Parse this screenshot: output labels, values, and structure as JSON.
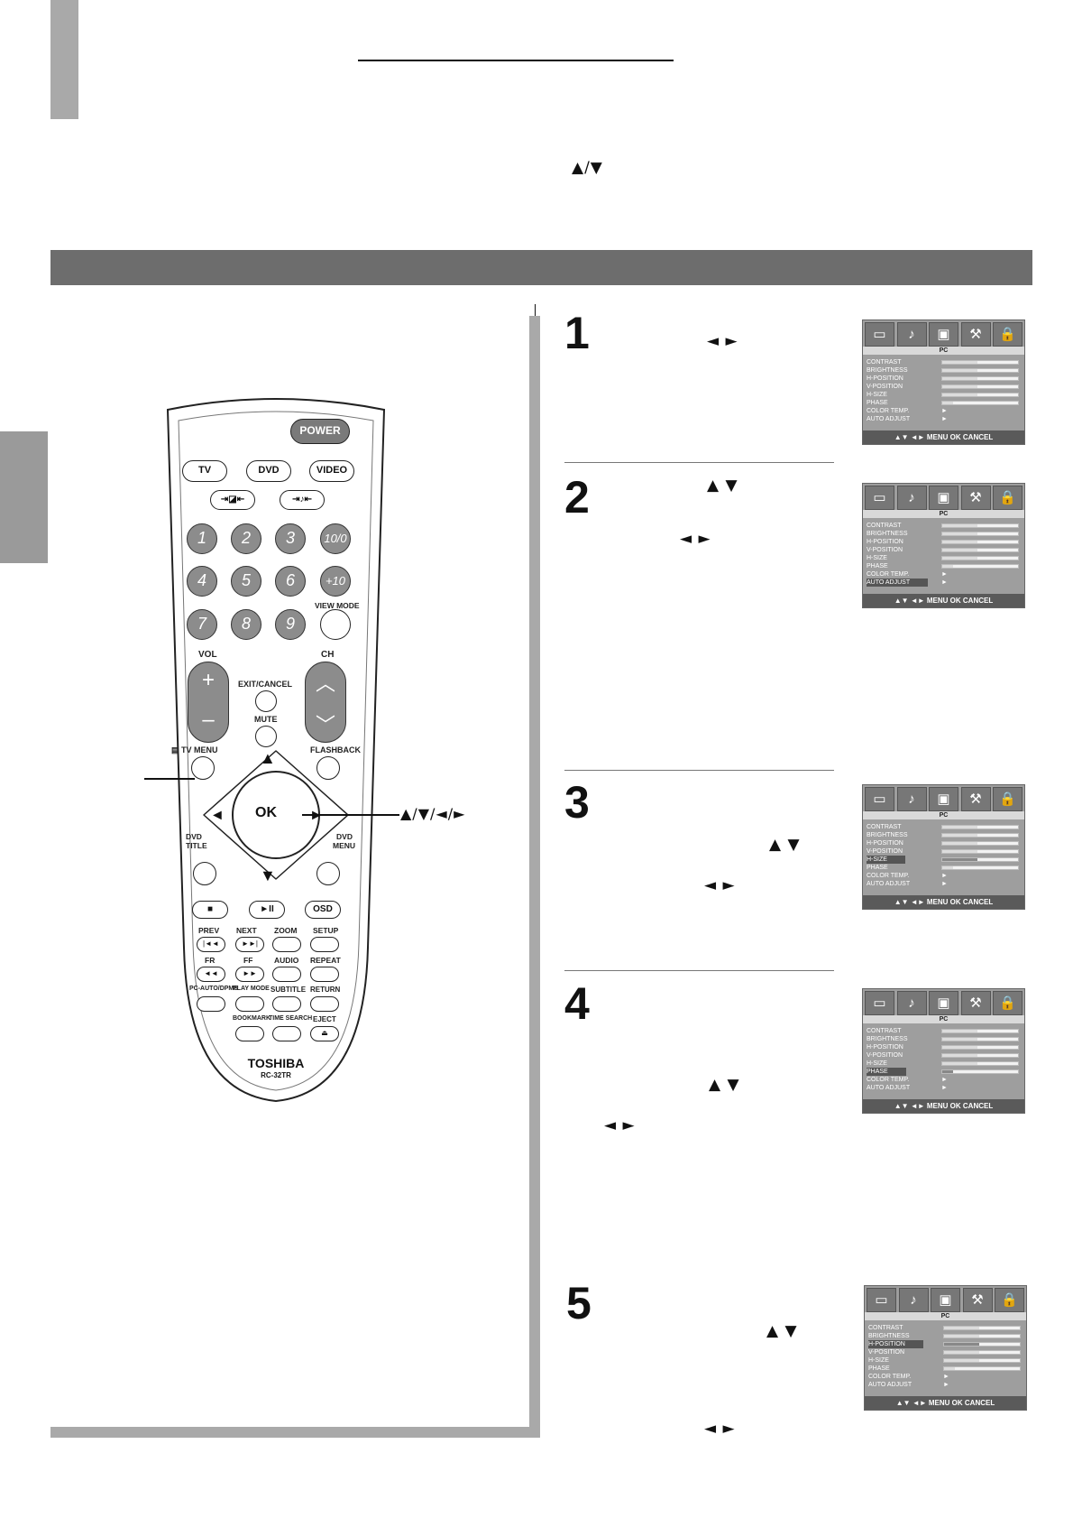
{
  "header": {
    "title_text": "",
    "intro_arrows": "▲/▼"
  },
  "banner": {
    "title": ""
  },
  "remote": {
    "power": "POWER",
    "sources": [
      "TV",
      "DVD",
      "VIDEO"
    ],
    "mode_buttons": [
      "⇥◪⇤",
      "⇥♪⇤"
    ],
    "digits": [
      "1",
      "2",
      "3",
      "10/0",
      "4",
      "5",
      "6",
      "+10",
      "7",
      "8",
      "9"
    ],
    "view_mode": "VIEW MODE",
    "vol": "VOL",
    "ch": "CH",
    "exit_cancel": "EXIT/CANCEL",
    "mute": "MUTE",
    "tv_menu": "TV MENU",
    "flashback": "FLASHBACK",
    "ok": "OK",
    "dvd_title": "DVD TITLE",
    "dvd_menu": "DVD MENU",
    "stop": "■",
    "play_pause": "►II",
    "osd": "OSD",
    "row1_labels": [
      "PREV",
      "NEXT",
      "ZOOM",
      "SETUP"
    ],
    "row2_labels": [
      "FR",
      "FF",
      "AUDIO",
      "REPEAT"
    ],
    "row3_labels": [
      "PC-AUTO/DPMS",
      "PLAY MODE",
      "SUBTITLE",
      "RETURN"
    ],
    "row4_labels": [
      "BOOKMARK",
      "TIME SEARCH",
      "EJECT"
    ],
    "brand": "TOSHIBA",
    "model": "RC-32TR",
    "callout_arrows": "▲/▼/◄/►"
  },
  "steps": [
    {
      "num": "1",
      "arrows": [
        "◄ ►"
      ]
    },
    {
      "num": "2",
      "arrows": [
        "▲ ▼",
        "◄ ►"
      ]
    },
    {
      "num": "3",
      "arrows": [
        "▲ ▼",
        "◄ ►"
      ]
    },
    {
      "num": "4",
      "arrows": [
        "▲ ▼",
        "◄ ►"
      ]
    },
    {
      "num": "5",
      "arrows": [
        "▲ ▼",
        "◄ ►"
      ]
    }
  ],
  "menu": {
    "title": "PC",
    "items": [
      "CONTRAST",
      "BRIGHTNESS",
      "H-POSITION",
      "V-POSITION",
      "H-SIZE",
      "PHASE",
      "COLOR TEMP.",
      "AUTO ADJUST"
    ],
    "footer": "▲▼ ◄► MENU OK CANCEL",
    "screens": [
      {
        "highlight": -1
      },
      {
        "highlight": 7
      },
      {
        "highlight": 4
      },
      {
        "highlight": 5
      },
      {
        "highlight": 2
      }
    ]
  }
}
